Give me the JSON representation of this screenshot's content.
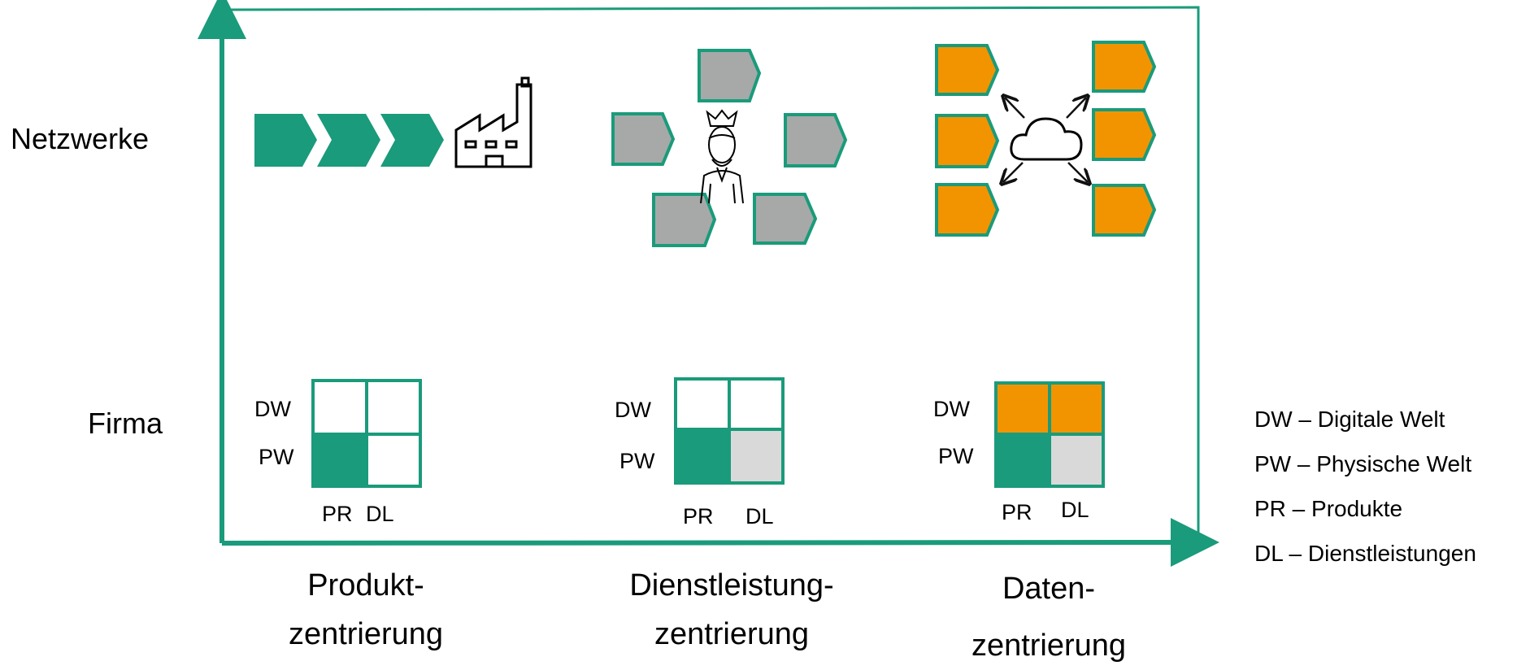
{
  "rows": {
    "network": "Netzwerke",
    "company": "Firma"
  },
  "columns": [
    {
      "line1": "Produkt-",
      "line2": "zentrierung"
    },
    {
      "line1": "Dienstleistung-",
      "line2": "zentrierung"
    },
    {
      "line1": "Daten-",
      "line2": "zentrierung"
    }
  ],
  "matrix_labels": {
    "dw": "DW",
    "pw": "PW",
    "pr": "PR",
    "dl": "DL"
  },
  "legend": [
    "DW – Digitale Welt",
    "PW – Physische Welt",
    "PR – Produkte",
    "DL – Dienstleistungen"
  ],
  "colors": {
    "green": "#1a9b7b",
    "grey": "#a6a9a8",
    "orange": "#f29400",
    "light_grey": "#d9d9d9",
    "line": "#1a9b7b"
  }
}
